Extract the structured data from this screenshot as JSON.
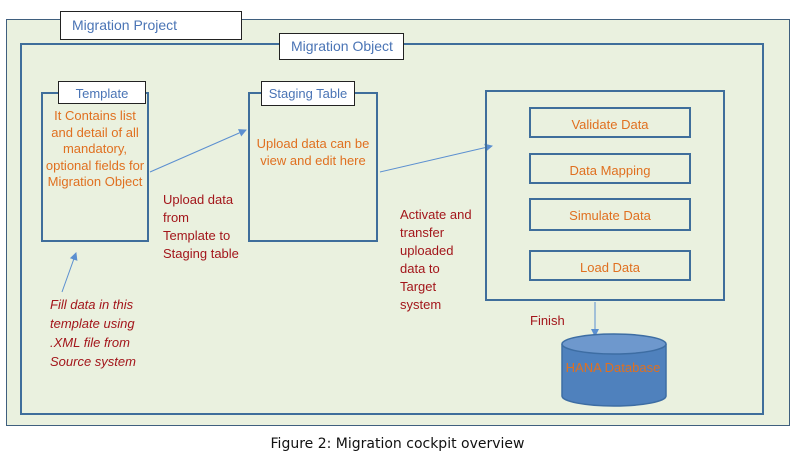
{
  "project": {
    "label": "Migration Project"
  },
  "object": {
    "label": "Migration Object"
  },
  "template": {
    "label": "Template",
    "description": "It Contains list and detail of all mandatory, optional fields for Migration Object"
  },
  "staging": {
    "label": "Staging Table",
    "description": "Upload data can be view and edit here"
  },
  "annotations": {
    "upload": "Upload data from Template to Staging table",
    "activate": "Activate and transfer uploaded data to Target system",
    "fill": "Fill data in this template using .XML file from Source system",
    "finish": "Finish"
  },
  "steps": [
    "Validate Data",
    "Data Mapping",
    "Simulate Data",
    "Load Data"
  ],
  "database": {
    "label": "HANA Database"
  },
  "caption": "Figure 2: Migration cockpit overview",
  "colors": {
    "background": "#eaf1df",
    "border": "#3f6e9b",
    "label_text": "#4a74b5",
    "step_text": "#e07020",
    "annotation_text": "#a3161b",
    "database_fill": "#4f81bd"
  }
}
